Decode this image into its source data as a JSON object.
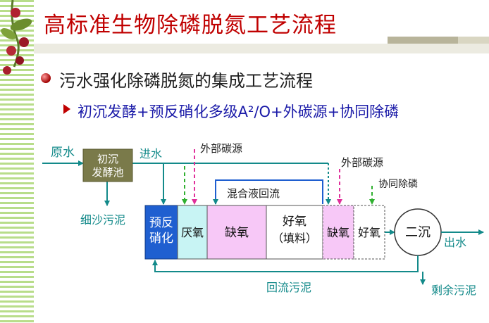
{
  "title": "高标准生物除磷脱氮工艺流程",
  "bullet1": "污水强化除磷脱氮的集成工艺流程",
  "bullet2": "初沉发酵+预反硝化多级A²/O+外碳源+协同除磷",
  "diagram": {
    "influent_raw": "原水",
    "primary_line1": "初沉",
    "primary_line2": "发酵池",
    "inlet": "进水",
    "fine_sludge": "细沙污泥",
    "ext_carbon_1": "外部碳源",
    "ext_carbon_2": "外部碳源",
    "co_phos": "协同除磷",
    "mixed_recycle": "混合液回流",
    "predenit_line1": "预反",
    "predenit_line2": "硝化",
    "anaerobic": "厌氧",
    "anoxic_1": "缺氧",
    "aerobic_line1": "好氧",
    "aerobic_line2": "（填料）",
    "anoxic_2": "缺氧",
    "aerobic_2": "好氧",
    "clarifier": "二沉",
    "effluent": "出水",
    "return_sludge": "回流污泥",
    "excess_sludge": "剩余污泥"
  },
  "colors": {
    "title": "#c00000",
    "flow_line": "#138a8a",
    "dash_pink": "#e0309a",
    "dash_green": "#30b030",
    "predenit_fill": "#1f5fd0",
    "anaerobic_fill": "#c8f4f4",
    "anoxic_fill": "#f7c8f7",
    "aerobic_fill": "#ffffff",
    "primary_fill": "#7a7a4a"
  }
}
